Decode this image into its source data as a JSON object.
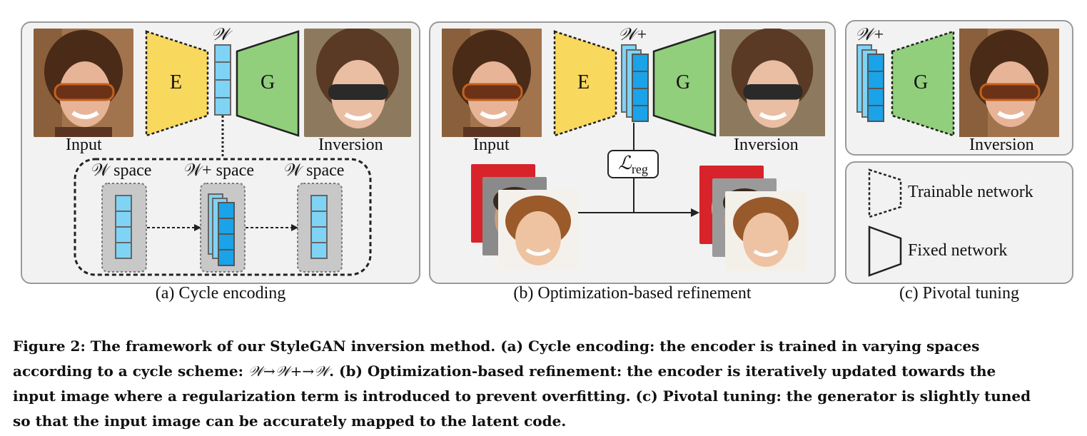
{
  "panel_a": {
    "input_label": "Input",
    "inversion_label": "Inversion",
    "encoder_label": "E",
    "generator_label": "G",
    "latent_label": "𝒲",
    "space_labels": [
      "𝒲 space",
      "𝒲+ space",
      "𝒲 space"
    ],
    "caption": "(a) Cycle encoding"
  },
  "panel_b": {
    "input_label": "Input",
    "inversion_label": "Inversion",
    "encoder_label": "E",
    "generator_label": "G",
    "latent_label": "𝒲+",
    "loss_label": "ℒ",
    "loss_subscript": "reg",
    "caption": "(b) Optimization-based refinement"
  },
  "panel_c": {
    "latent_label": "𝒲+",
    "generator_label": "G",
    "inversion_label": "Inversion",
    "caption": "(c) Pivotal tuning"
  },
  "legend": {
    "trainable": "Trainable network",
    "fixed": "Fixed network"
  },
  "figure_caption": {
    "line1": "Figure 2: The framework of our StyleGAN inversion method. (a) Cycle encoding: the encoder is trained in varying spaces",
    "line2_pre": "according to a cycle scheme: ",
    "line2_math": "𝒲→𝒲+→𝒲",
    "line2_post": ". (b) Optimization-based refinement: the encoder is iteratively updated towards the",
    "line3": "input image where a regularization term is introduced to prevent overfitting. (c) Pivotal tuning: the generator is slightly tuned",
    "line4": "so that the input image can be accurately mapped to the latent code."
  },
  "colors": {
    "encoder": "#f9d85e",
    "generator": "#92cf7c",
    "latent_light": "#7fd3f5",
    "latent_dark": "#1aa3e8",
    "panel_bg": "#f2f2f2",
    "panel_border": "#9a9a9a"
  }
}
